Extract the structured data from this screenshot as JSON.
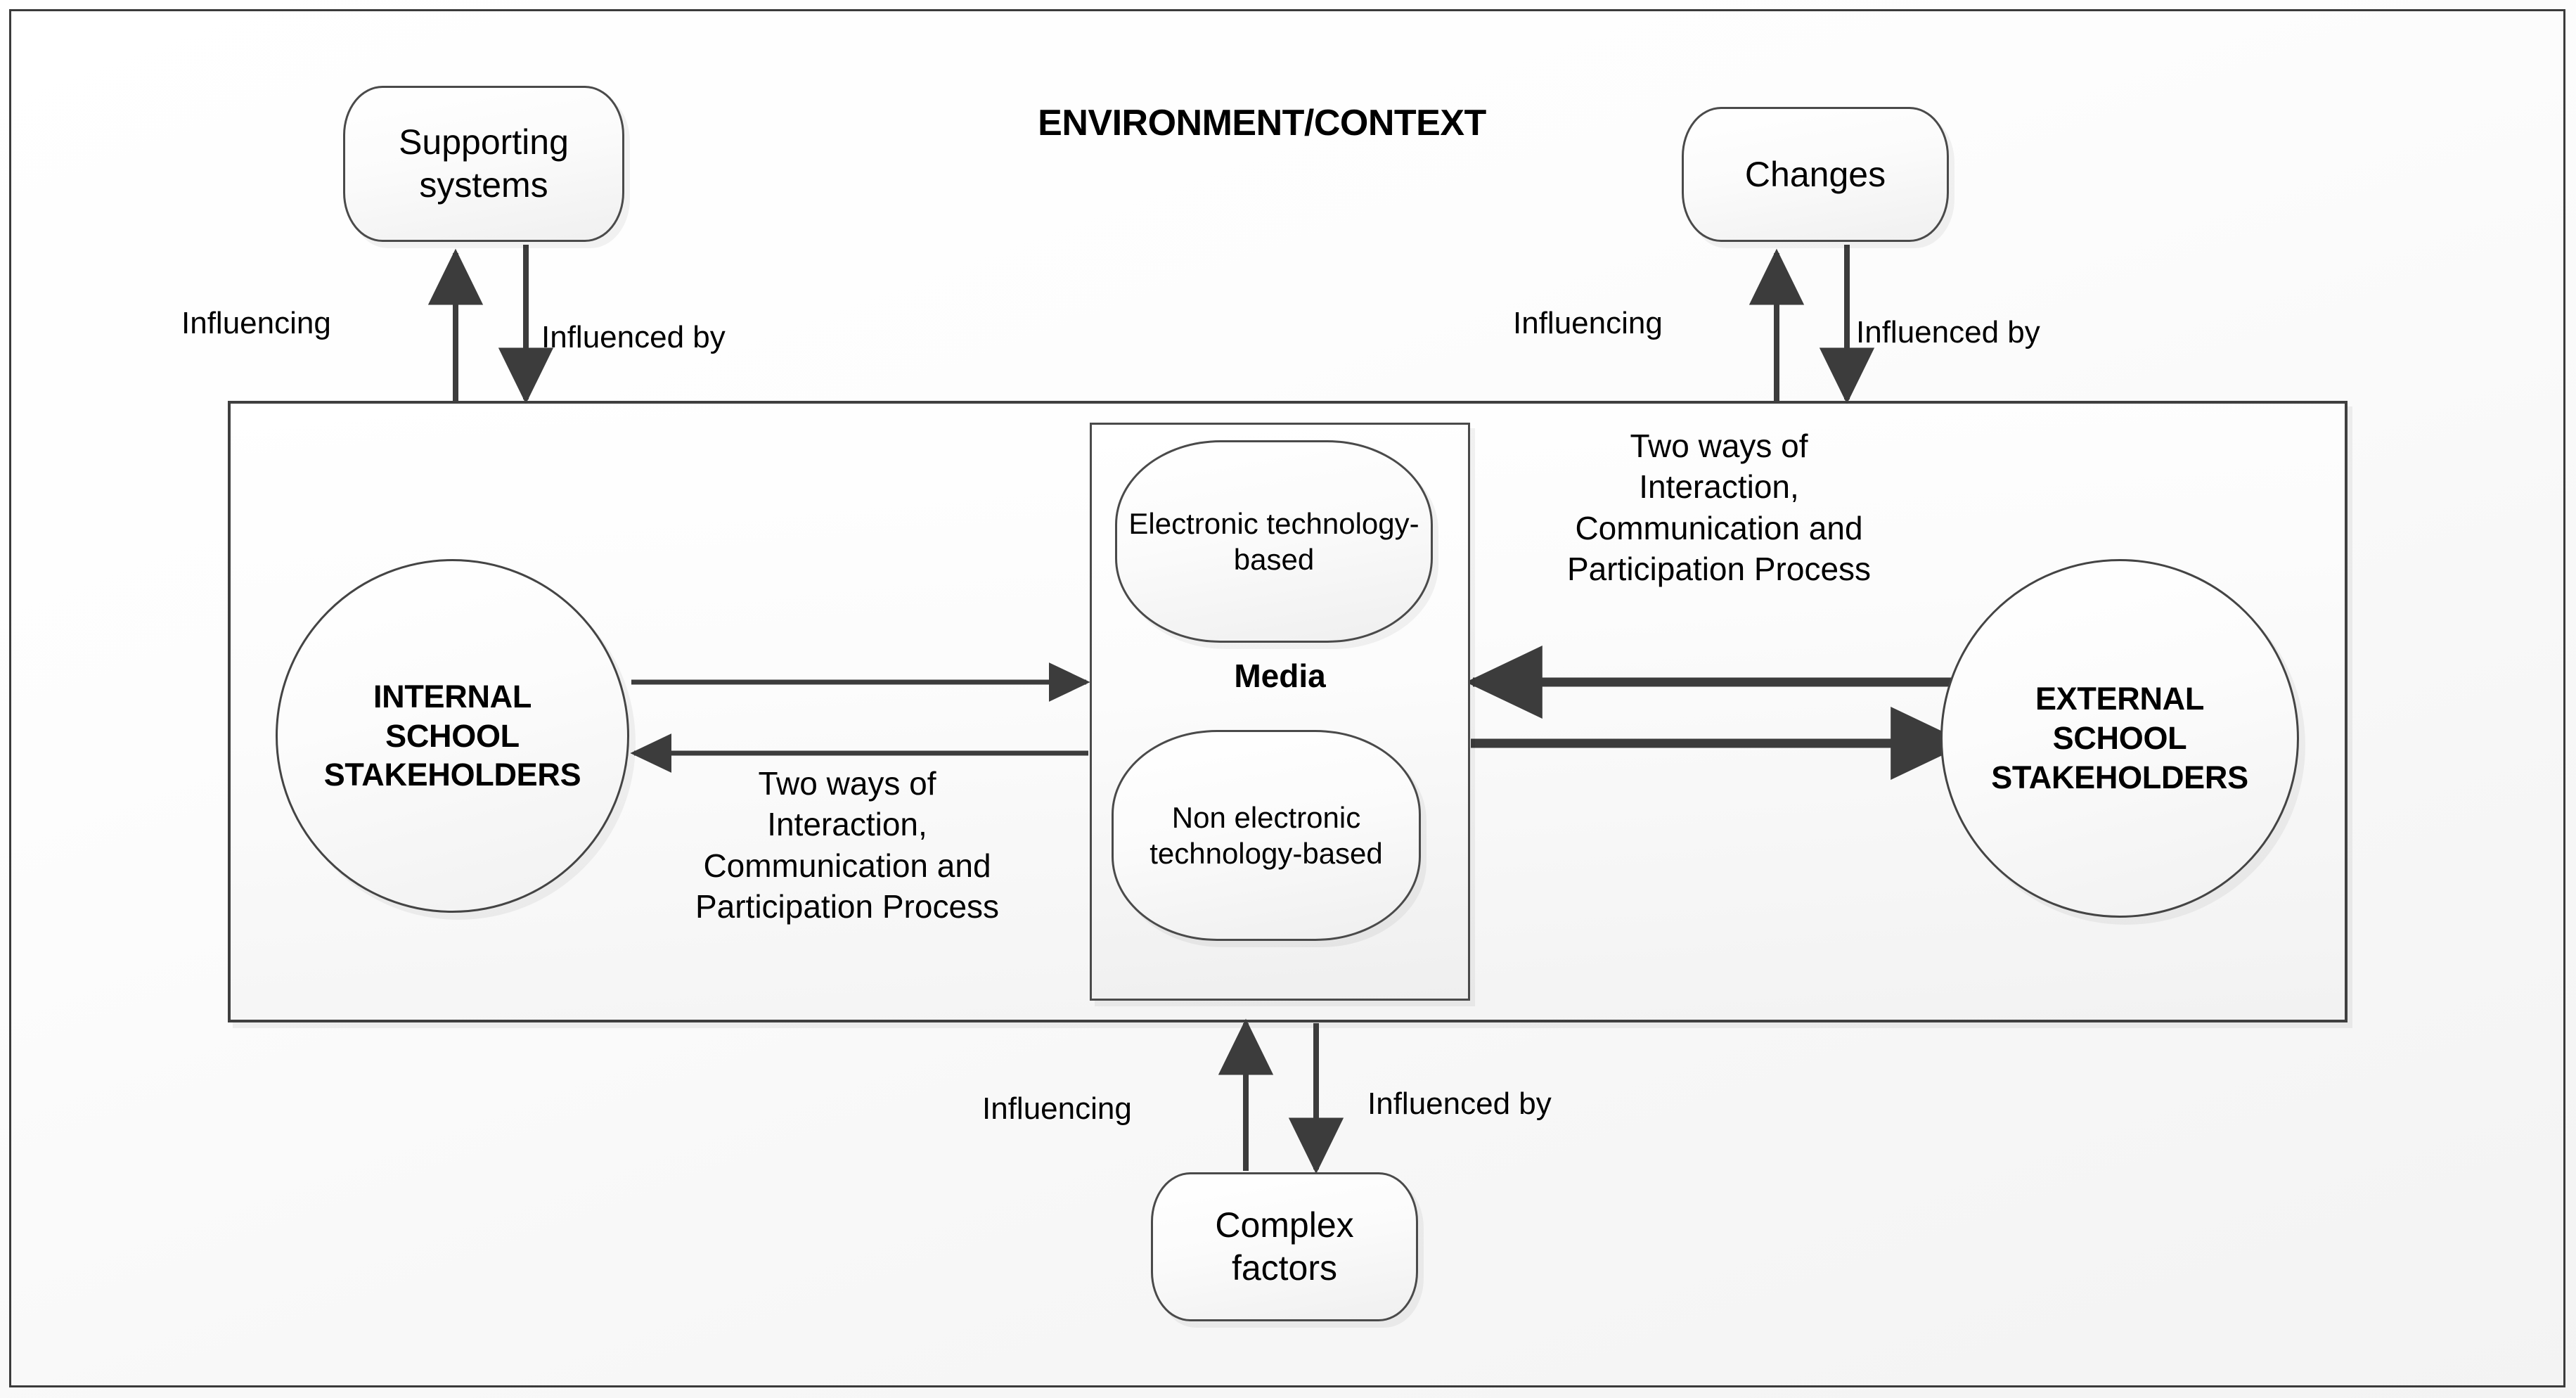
{
  "diagram": {
    "title": "ENVIRONMENT/CONTEXT",
    "environment_box": {
      "name": "environment-context-boundary"
    },
    "nodes": {
      "supporting_systems": "Supporting systems",
      "changes": "Changes",
      "complex_factors": "Complex factors",
      "internal_stakeholders": "INTERNAL SCHOOL STAKEHOLDERS",
      "internal_stakeholders_lines": [
        "INTERNAL",
        "SCHOOL",
        "STAKEHOLDERS"
      ],
      "external_stakeholders": "EXTERNAL SCHOOL STAKEHOLDERS",
      "external_stakeholders_lines": [
        "EXTERNAL",
        "SCHOOL",
        "STAKEHOLDERS"
      ],
      "media": "Media",
      "media_electronic": "Electronic technology-based",
      "media_non_electronic": "Non electronic technology-based"
    },
    "edge_labels": {
      "influencing": "Influencing",
      "influenced_by": "Influenced by",
      "two_ways_process": "Two ways of Interaction, Communication and Participation Process",
      "two_ways_process_lines": [
        "Two ways of",
        "Interaction,",
        "Communication and",
        "Participation Process"
      ]
    },
    "colors": {
      "stroke": "#3f3f3f",
      "arrow": "#3c3c3c",
      "node_fill_light": "#ffffff",
      "node_fill_dark": "#f0f0f0",
      "text": "#000000",
      "page_background": "#ffffff"
    }
  }
}
